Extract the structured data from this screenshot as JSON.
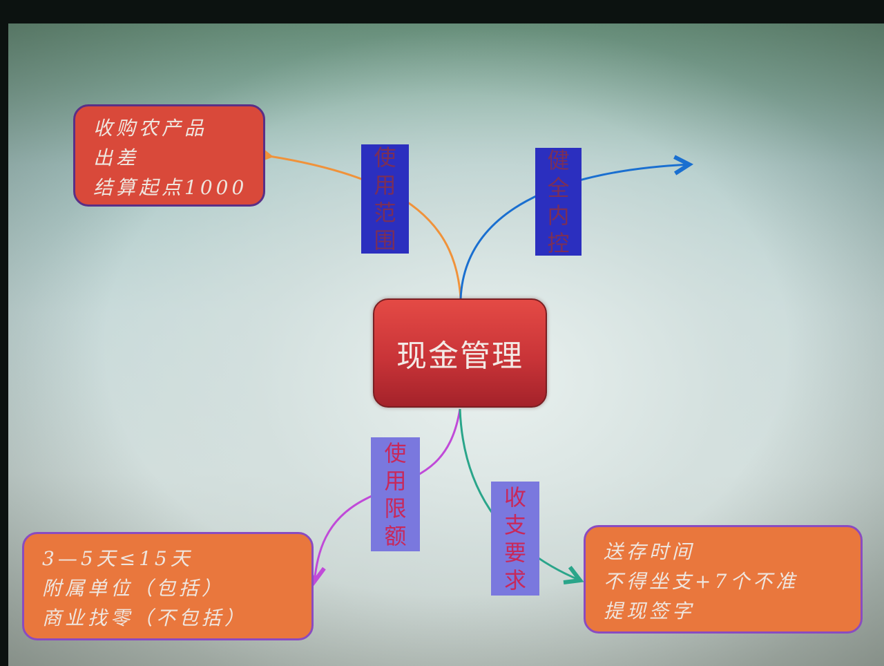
{
  "diagram": {
    "title": "现金管理",
    "colors": {
      "center_fill": "#c93438",
      "top_left_node_fill": "#d9493a",
      "bottom_node_fill": "#e9773d",
      "node_border": "#5a2f86",
      "dark_label_fill": "#2b2fbf",
      "light_label_fill": "#7a78de",
      "branch_usage_scope": "#f0923a",
      "branch_internal_control": "#1a6fd0",
      "branch_usage_limit": "#c04ad8",
      "branch_receipt_requirements": "#2aa58a"
    },
    "branches": [
      {
        "label": "使用范围",
        "chars": [
          "使",
          "用",
          "范",
          "围"
        ],
        "node_lines": [
          "收购农产品",
          "出差",
          "结算起点1000"
        ]
      },
      {
        "label": "健全内控",
        "chars": [
          "健",
          "全",
          "内",
          "控"
        ],
        "node_lines": []
      },
      {
        "label": "使用限额",
        "chars": [
          "使",
          "用",
          "限",
          "额"
        ],
        "node_lines": [
          "3—5天≤15天",
          "附属单位（包括）",
          "商业找零（不包括）"
        ]
      },
      {
        "label": "收支要求",
        "chars": [
          "收",
          "支",
          "要",
          "求"
        ],
        "node_lines": [
          "送存时间",
          "不得坐支+7个不准",
          "提现签字"
        ]
      }
    ]
  }
}
